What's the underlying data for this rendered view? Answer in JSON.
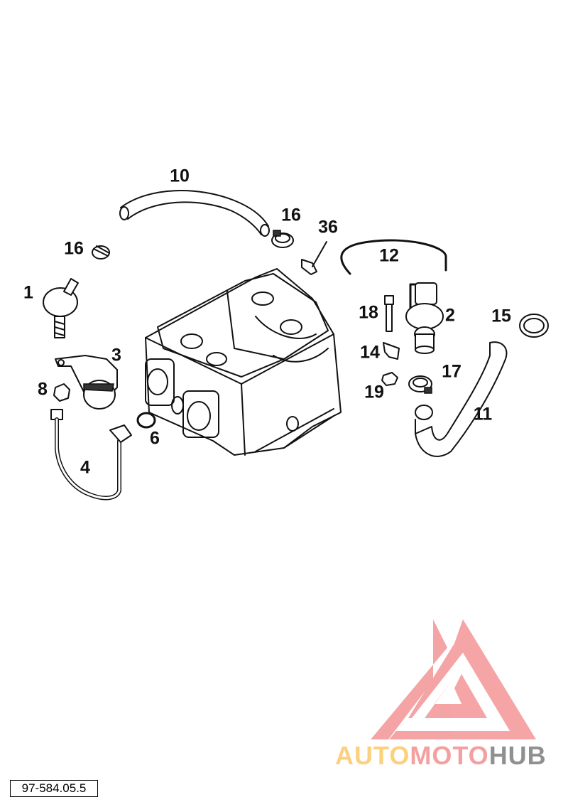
{
  "diagram": {
    "callouts": [
      {
        "id": "10",
        "label": "10"
      },
      {
        "id": "16a",
        "label": "16"
      },
      {
        "id": "36",
        "label": "36"
      },
      {
        "id": "16b",
        "label": "16"
      },
      {
        "id": "12",
        "label": "12"
      },
      {
        "id": "1",
        "label": "1"
      },
      {
        "id": "18",
        "label": "18"
      },
      {
        "id": "2",
        "label": "2"
      },
      {
        "id": "15",
        "label": "15"
      },
      {
        "id": "3",
        "label": "3"
      },
      {
        "id": "14",
        "label": "14"
      },
      {
        "id": "17",
        "label": "17"
      },
      {
        "id": "8",
        "label": "8"
      },
      {
        "id": "19",
        "label": "19"
      },
      {
        "id": "11",
        "label": "11"
      },
      {
        "id": "6",
        "label": "6"
      },
      {
        "id": "4",
        "label": "4"
      }
    ],
    "reference_code": "97-584.05.5"
  },
  "watermark": {
    "part1": "AUTO",
    "part2": "MOTO",
    "part3": "HUB",
    "colors": {
      "auto": "#fdd07e",
      "moto": "#f4a0a0",
      "hub": "#909090",
      "triangle": "#f4a0a0"
    }
  }
}
